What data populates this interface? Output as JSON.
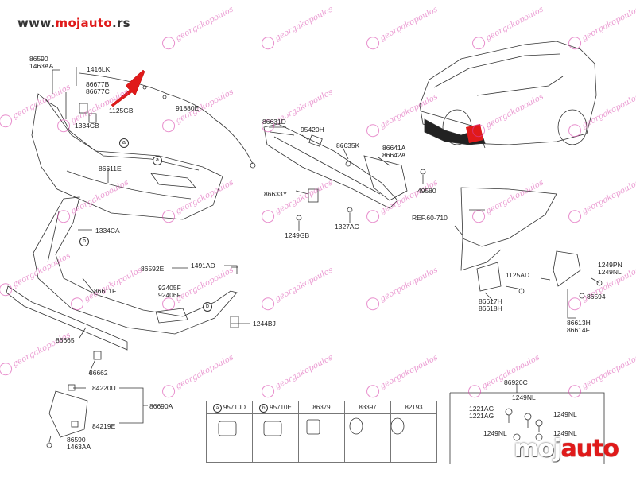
{
  "site": {
    "url_prefix": "www.",
    "url_brand": "mojauto",
    "url_suffix": ".rs"
  },
  "watermark": {
    "text": "georgakopoulos"
  },
  "labels": {
    "p86590_1463AA_top": [
      "86590",
      "1463AA"
    ],
    "p1416LK": "1416LK",
    "p86677": [
      "86677B",
      "86677C"
    ],
    "p1125GB": "1125GB",
    "p91880E": "91880E",
    "p1334CB": "1334CB",
    "p86611E": "86611E",
    "p1334CA": "1334CA",
    "p86592E": "86592E",
    "p1491AD": "1491AD",
    "p86611F": "86611F",
    "p92405": [
      "92405F",
      "92406F"
    ],
    "p1244BJ": "1244BJ",
    "p86665": "86665",
    "p86662": "86662",
    "p84220U": "84220U",
    "p86690A": "86690A",
    "p84219E": "84219E",
    "p86590_1463AA_bot": [
      "86590",
      "1463AA"
    ],
    "p86631D": "86631D",
    "p95420H": "95420H",
    "p86635K": "86635K",
    "p86641": [
      "86641A",
      "86642A"
    ],
    "p49580": "49580",
    "p86633Y": "86633Y",
    "p1249GB": "1249GB",
    "p1327AC": "1327AC",
    "pRef": "REF.60-710",
    "p1249PN": [
      "1249PN",
      "1249NL"
    ],
    "p1125AD": "1125AD",
    "p86617": [
      "86617H",
      "86618H"
    ],
    "p86594": "86594",
    "p86613": [
      "86613H",
      "86614F"
    ],
    "p86920C": "86920C",
    "p1249NL_a": "1249NL",
    "p1221AG": [
      "1221AG",
      "1221AG"
    ],
    "p1249NL_b": "1249NL",
    "p1249NL_c": "1249NL",
    "p1249NL_d": "1249NL"
  },
  "callouts": {
    "a": "a",
    "b": "b"
  },
  "legend": [
    {
      "tag": "a",
      "code": "95710D",
      "icon": "sensor-holder-icon"
    },
    {
      "tag": "b",
      "code": "95710E",
      "icon": "sensor-holder-icon"
    },
    {
      "tag": "",
      "code": "86379",
      "icon": "pad-icon"
    },
    {
      "tag": "",
      "code": "83397",
      "icon": "ring-icon"
    },
    {
      "tag": "",
      "code": "82193",
      "icon": "ring-icon"
    }
  ],
  "logo": {
    "prefix": "moj",
    "brand": "auto"
  },
  "colors": {
    "lines": "#333333",
    "watermark": "#d945ac",
    "arrow": "#e01a1a",
    "brand": "#e01a1a"
  }
}
